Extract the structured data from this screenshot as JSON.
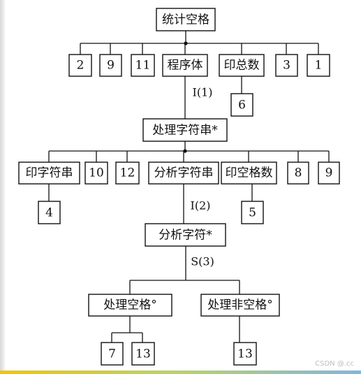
{
  "diagram": {
    "nodes": {
      "root": "统计空格",
      "r1": "2",
      "r2": "9",
      "r3": "11",
      "program_body": "程序体",
      "print_total": "印总数",
      "r6": "3",
      "r7": "1",
      "n6": "6",
      "process_string": "处理字符串*",
      "print_string": "印字符串",
      "p2": "10",
      "p3": "12",
      "analyze_string": "分析字符串",
      "print_spaces": "印空格数",
      "p6": "8",
      "p7": "9",
      "n4": "4",
      "n5": "5",
      "analyze_char": "分析字符*",
      "process_space": "处理空格°",
      "process_nonspace": "处理非空格°",
      "c1": "7",
      "c2": "13",
      "c3": "13"
    },
    "edge_labels": {
      "e1": "I(1)",
      "e2": "I(2)",
      "e3": "S(3)"
    }
  },
  "watermark": "CSDN @.cc"
}
